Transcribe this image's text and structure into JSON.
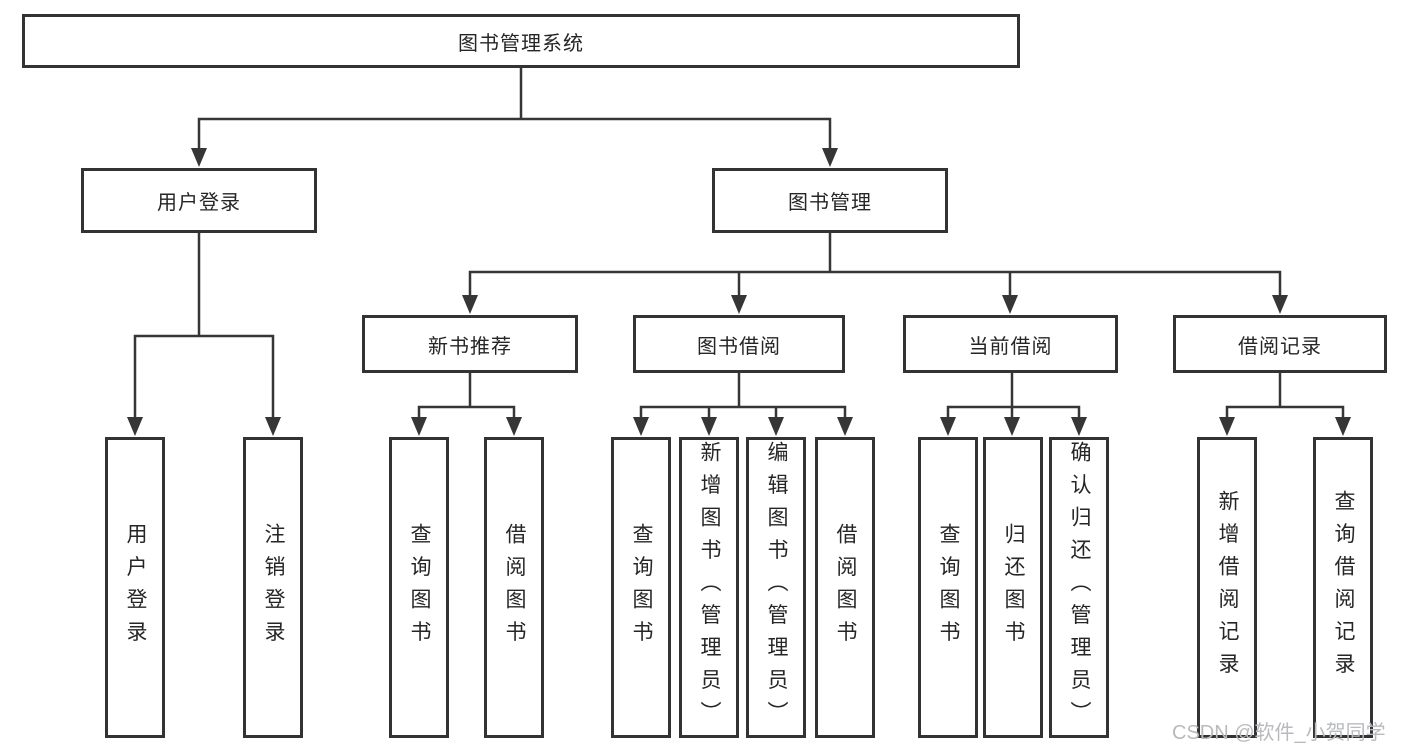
{
  "colors": {
    "line": "#363636",
    "box_border": "#333333",
    "text": "#262626",
    "background": "#ffffff",
    "watermark": "#b8babd"
  },
  "diagram": {
    "title_node": {
      "label": "图书管理系统"
    },
    "root": {
      "label": "图书管理系统"
    },
    "level2": [
      {
        "label": "用户登录",
        "parent": "图书管理系统"
      },
      {
        "label": "图书管理",
        "parent": "图书管理系统"
      }
    ],
    "level3": [
      {
        "label": "新书推荐",
        "parent": "图书管理"
      },
      {
        "label": "图书借阅",
        "parent": "图书管理"
      },
      {
        "label": "当前借阅",
        "parent": "图书管理"
      },
      {
        "label": "借阅记录",
        "parent": "图书管理"
      }
    ],
    "leaves": [
      {
        "label": "用户登录",
        "parent": "用户登录"
      },
      {
        "label": "注销登录",
        "parent": "用户登录"
      },
      {
        "label": "查询图书",
        "parent": "新书推荐"
      },
      {
        "label": "借阅图书",
        "parent": "新书推荐"
      },
      {
        "label": "查询图书",
        "parent": "图书借阅"
      },
      {
        "label": "新增图书（管理员）",
        "parent": "图书借阅"
      },
      {
        "label": "编辑图书（管理员）",
        "parent": "图书借阅"
      },
      {
        "label": "借阅图书",
        "parent": "图书借阅"
      },
      {
        "label": "查询图书",
        "parent": "当前借阅"
      },
      {
        "label": "归还图书",
        "parent": "当前借阅"
      },
      {
        "label": "确认归还（管理员）",
        "parent": "当前借阅"
      },
      {
        "label": "新增借阅记录",
        "parent": "借阅记录"
      },
      {
        "label": "查询借阅记录",
        "parent": "借阅记录"
      }
    ]
  },
  "watermark": {
    "text": "CSDN @软件_小贺同学"
  }
}
